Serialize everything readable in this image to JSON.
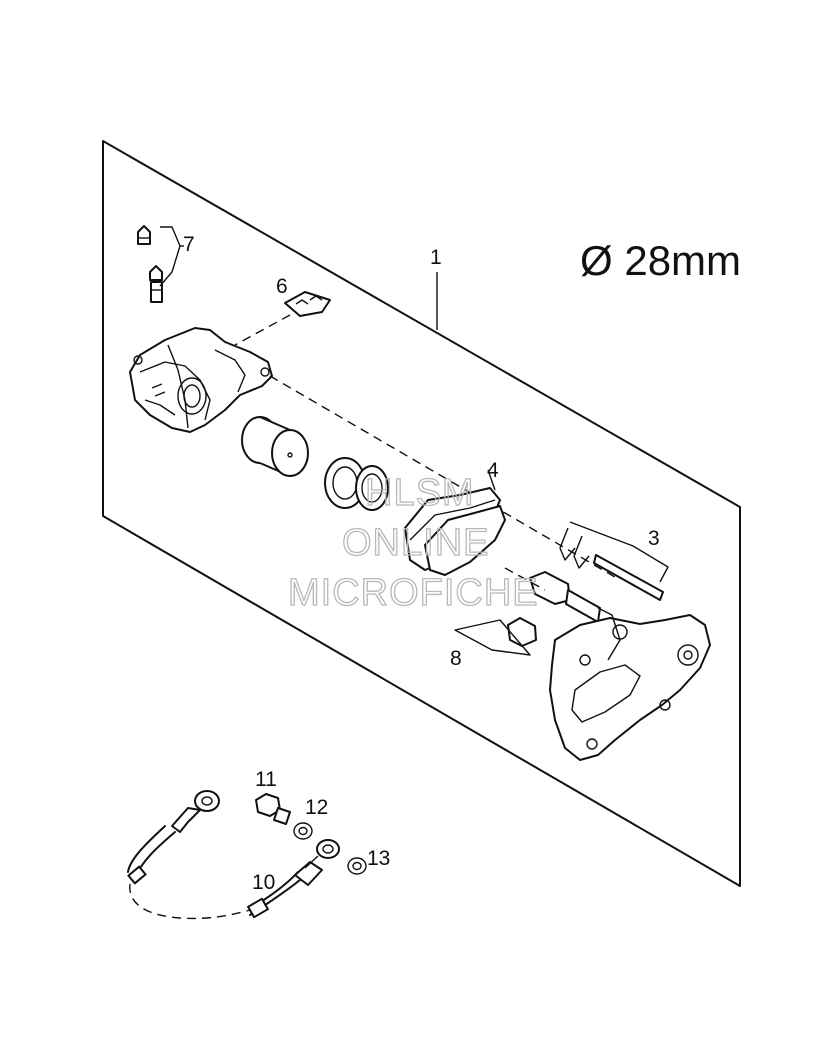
{
  "diagram": {
    "spec_text": "Ø 28mm",
    "watermark": [
      "HLSM",
      "ONLINE",
      "MICROFICHE"
    ],
    "parts": [
      {
        "id": "1",
        "label": "1"
      },
      {
        "id": "3",
        "label": "3"
      },
      {
        "id": "4",
        "label": "4"
      },
      {
        "id": "6",
        "label": "6"
      },
      {
        "id": "7",
        "label": "7"
      },
      {
        "id": "8",
        "label": "8"
      },
      {
        "id": "10",
        "label": "10"
      },
      {
        "id": "11",
        "label": "11"
      },
      {
        "id": "12",
        "label": "12"
      },
      {
        "id": "13",
        "label": "13"
      }
    ]
  }
}
